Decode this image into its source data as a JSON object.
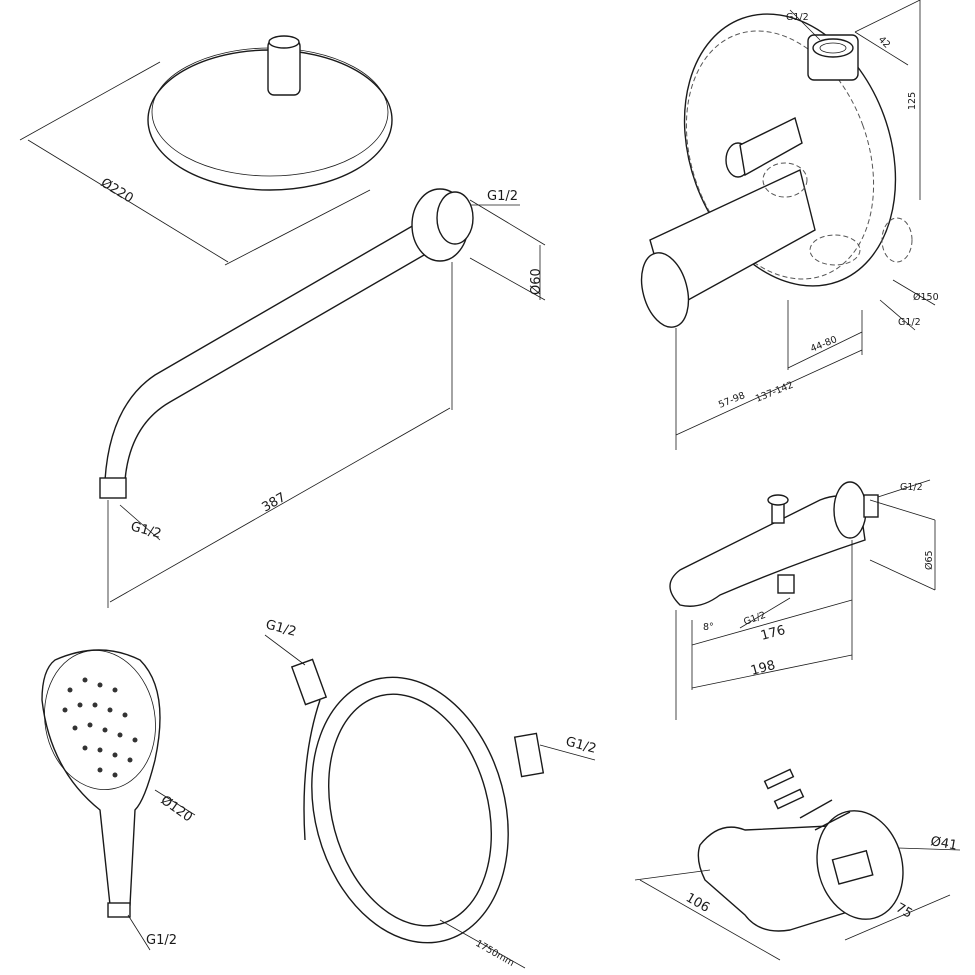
{
  "head_shower": {
    "diameter": "Ø220"
  },
  "shower_arm": {
    "thread_top": "G1/2",
    "flange_diameter": "Ø60",
    "length": "387",
    "thread_bottom": "G1/2"
  },
  "mixer": {
    "inlet_thread": "G1/2",
    "depth": "42",
    "height": "125",
    "plate_diameter": "Ø150",
    "outlet_thread": "G1/2",
    "wall_depth": "44-80",
    "projection_a": "57-98",
    "projection_total": "137-142"
  },
  "spout": {
    "thread": "G1/2",
    "flange_diameter": "Ø65",
    "angle": "8°",
    "bottom_thread": "G1/2",
    "length_inner": "176",
    "length_total": "198"
  },
  "hand_shower": {
    "diameter": "Ø120",
    "thread": "G1/2"
  },
  "hose": {
    "thread_a": "G1/2",
    "thread_b": "G1/2",
    "length": "1750mm"
  },
  "holder": {
    "diameter": "Ø41",
    "length": "106",
    "width": "75"
  }
}
